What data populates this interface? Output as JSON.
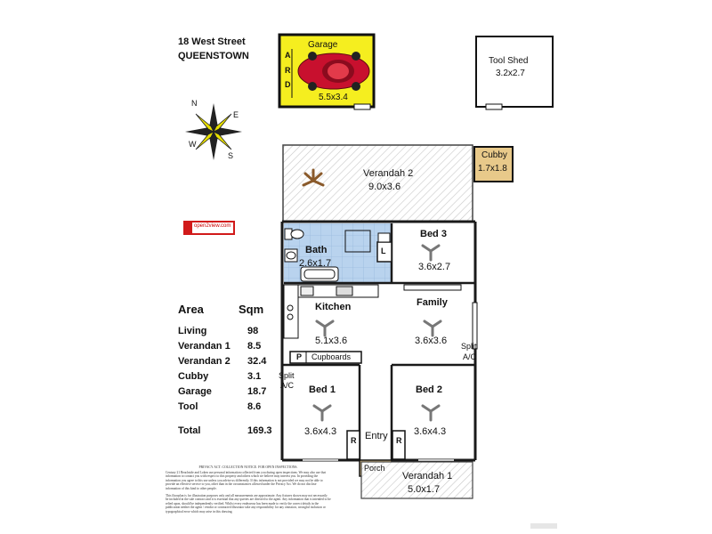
{
  "address": {
    "line1": "18 West Street",
    "line2": "QUEENSTOWN"
  },
  "garage": {
    "title": "Garage",
    "ard": [
      "A",
      "R",
      "D"
    ],
    "size": "5.5x3.4"
  },
  "tool_shed": {
    "title": "Tool Shed",
    "size": "3.2x2.7"
  },
  "cubby": {
    "title": "Cubby",
    "size": "1.7x1.8"
  },
  "compass": {
    "n": "N",
    "e": "E",
    "s": "S",
    "w": "W"
  },
  "logo": {
    "text": "open2view.com"
  },
  "rooms": {
    "verandah2": {
      "name": "Verandah 2",
      "size": "9.0x3.6"
    },
    "bath": {
      "name": "Bath",
      "size": "2.6x1.7"
    },
    "bed3": {
      "name": "Bed 3",
      "size": "3.6x2.7"
    },
    "kitchen": {
      "name": "Kitchen",
      "size": "5.1x3.6"
    },
    "family": {
      "name": "Family",
      "size": "3.6x3.6"
    },
    "bed1": {
      "name": "Bed 1",
      "size": "3.6x4.3"
    },
    "bed2": {
      "name": "Bed 2",
      "size": "3.6x4.3"
    },
    "entry": {
      "name": "Entry"
    },
    "porch": {
      "name": "Porch"
    },
    "verandah1": {
      "name": "Verandah 1",
      "size": "5.0x1.7"
    }
  },
  "fixtures": {
    "laundry": "L",
    "pantry": "P",
    "cupboards": "Cupboards",
    "robe": "R",
    "split_ac": [
      "Split",
      "A/C"
    ]
  },
  "area_table": {
    "header": {
      "area": "Area",
      "sqm": "Sqm"
    },
    "rows": [
      {
        "name": "Living",
        "value": "98"
      },
      {
        "name": "Verandan 1",
        "value": "8.5"
      },
      {
        "name": "Verandan 2",
        "value": "32.4"
      },
      {
        "name": "Cubby",
        "value": "3.1"
      },
      {
        "name": "Garage",
        "value": "18.7"
      },
      {
        "name": "Tool",
        "value": "8.6"
      }
    ],
    "total": {
      "name": "Total",
      "value": "169.3"
    }
  },
  "disclaimer": {
    "heading": "PRIVACY ACT. COLLECTION NOTICE. FOR OPEN INSPECTIONS.",
    "para1": "Century 21 Beachside and Loken use personal information collected from you during open inspections. We may also use that information to contact you with respect to this property and others which we believe may interest you. In providing the information you agree to this use unless you advise us differently. If this information is not provided we may not be able to provide an effective service to you, other than in the circumstances allowed under the Privacy Act. We do not disclose information of this kind to other people.",
    "para2": "This floorplan is for illustration purposes only and all measurements are approximate. Any fixtures shown may not necessarily be included in the sale contract and it is essential that any queries are directed to the agent. Any information that is intended to be relied upon, should be independently verified. Whilst every endeavour has been made to verify the correct details in the publication neither the agent / vendor or contracted illustrator take any responsibility for any omission, wrongful inclusion or typographical error which may arise in this drawing."
  },
  "colors": {
    "garage_fill": "#f5ee1f",
    "bath_fill": "#b9d3ee",
    "cubby_fill": "#e8c98a",
    "hatch": "#cfcfcf",
    "wall": "#1a1a1a"
  }
}
